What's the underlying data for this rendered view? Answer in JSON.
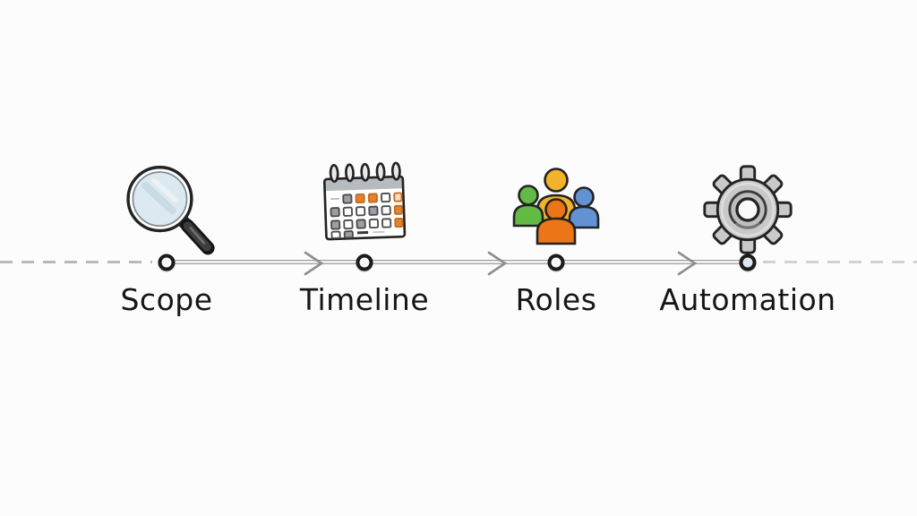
{
  "canvas": {
    "background": "#fcfcfd"
  },
  "timeline": {
    "line_color": "#9a9a9a",
    "dash_color_left": "#b9b9b9",
    "dash_color_right": "#d2d2d2",
    "node_border_color": "#1b1b1b",
    "arrow_color": "#8d8d8d"
  },
  "steps": [
    {
      "label": "Scope",
      "icon": "magnifier-icon"
    },
    {
      "label": "Timeline",
      "icon": "calendar-icon"
    },
    {
      "label": "Roles",
      "icon": "team-icon"
    },
    {
      "label": "Automation",
      "icon": "gear-icon"
    }
  ],
  "icon_colors": {
    "magnifier_lens": "#dde9f1",
    "magnifier_lens_inner": "#eaf2f7",
    "magnifier_handle": "#3d3d3d",
    "outline_dark": "#232323",
    "calendar_body": "#ffffff",
    "calendar_header": "#b6bbc0",
    "calendar_cell_gray": "#9aa0a6",
    "calendar_cell_orange": "#e0832f",
    "people_green": "#63bb46",
    "people_gold": "#f2b32b",
    "people_blue": "#6292d2",
    "people_orange": "#eb7517",
    "gear_body": "#c9c9c9",
    "gear_inner": "#bdbdbd",
    "gear_hole": "#fafafa"
  }
}
